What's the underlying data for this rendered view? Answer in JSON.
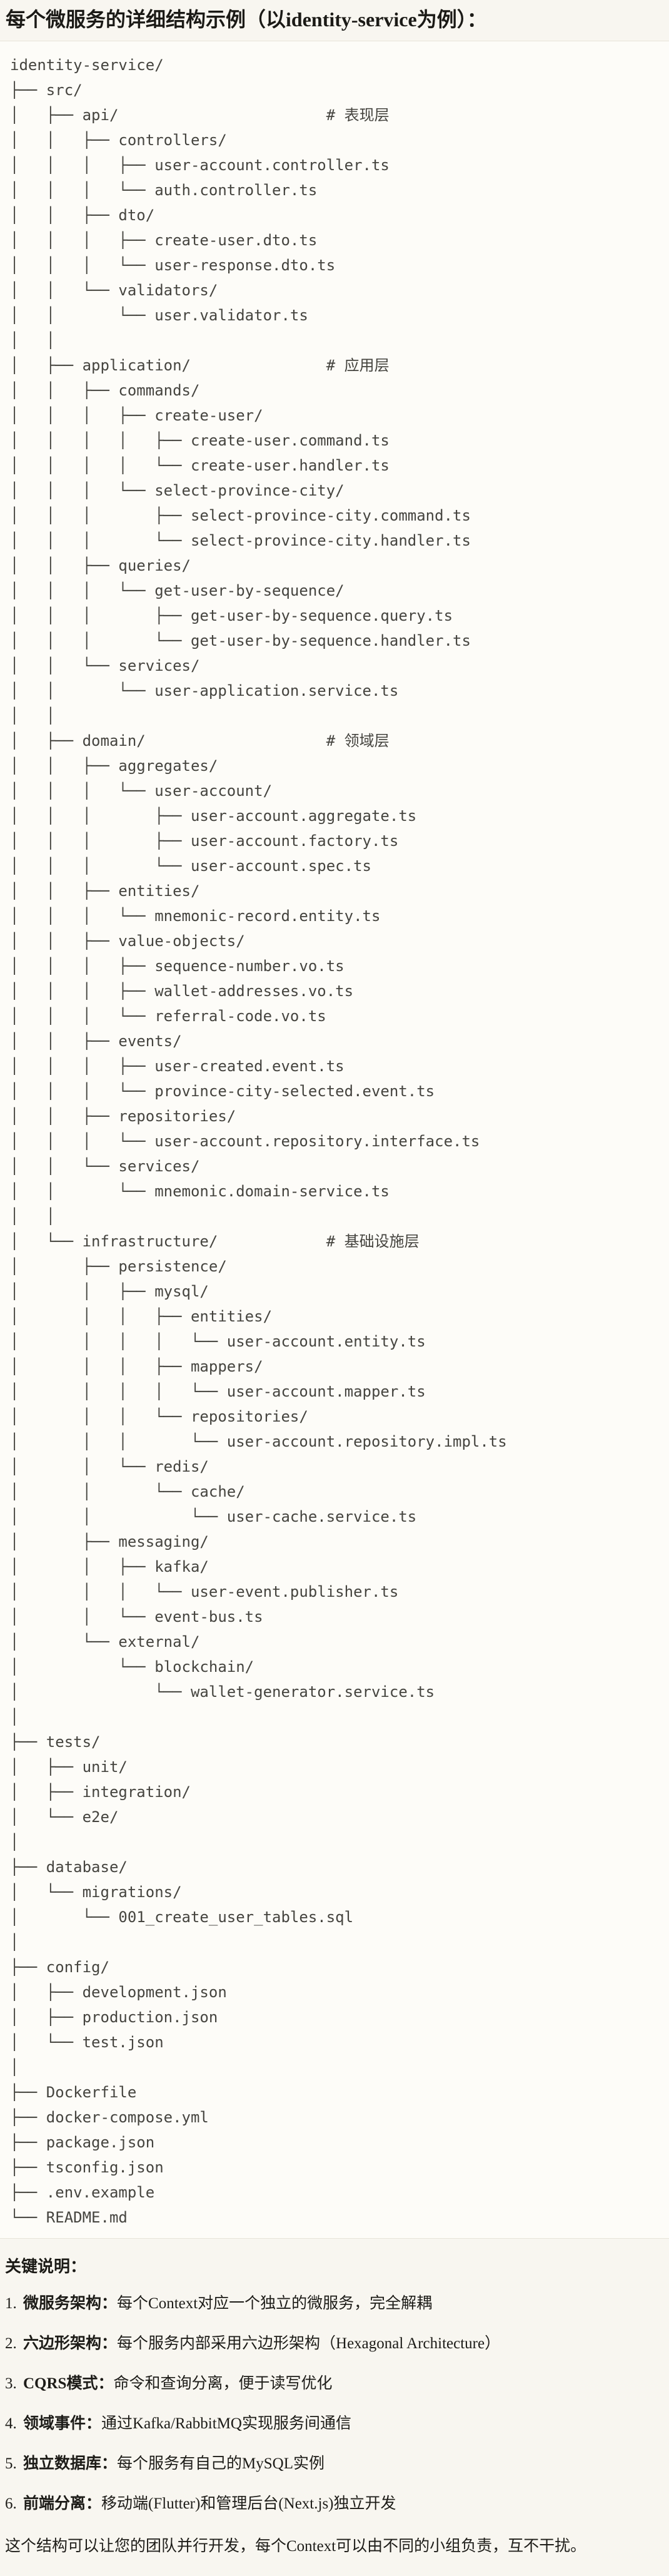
{
  "header": {
    "title": "每个微服务的详细结构示例（以identity-service为例）："
  },
  "tree": {
    "lines": [
      "identity-service/",
      "├── src/",
      "│   ├── api/                       # 表现层",
      "│   │   ├── controllers/",
      "│   │   │   ├── user-account.controller.ts",
      "│   │   │   └── auth.controller.ts",
      "│   │   ├── dto/",
      "│   │   │   ├── create-user.dto.ts",
      "│   │   │   └── user-response.dto.ts",
      "│   │   └── validators/",
      "│   │       └── user.validator.ts",
      "│   │",
      "│   ├── application/               # 应用层",
      "│   │   ├── commands/",
      "│   │   │   ├── create-user/",
      "│   │   │   │   ├── create-user.command.ts",
      "│   │   │   │   └── create-user.handler.ts",
      "│   │   │   └── select-province-city/",
      "│   │   │       ├── select-province-city.command.ts",
      "│   │   │       └── select-province-city.handler.ts",
      "│   │   ├── queries/",
      "│   │   │   └── get-user-by-sequence/",
      "│   │   │       ├── get-user-by-sequence.query.ts",
      "│   │   │       └── get-user-by-sequence.handler.ts",
      "│   │   └── services/",
      "│   │       └── user-application.service.ts",
      "│   │",
      "│   ├── domain/                    # 领域层",
      "│   │   ├── aggregates/",
      "│   │   │   └── user-account/",
      "│   │   │       ├── user-account.aggregate.ts",
      "│   │   │       ├── user-account.factory.ts",
      "│   │   │       └── user-account.spec.ts",
      "│   │   ├── entities/",
      "│   │   │   └── mnemonic-record.entity.ts",
      "│   │   ├── value-objects/",
      "│   │   │   ├── sequence-number.vo.ts",
      "│   │   │   ├── wallet-addresses.vo.ts",
      "│   │   │   └── referral-code.vo.ts",
      "│   │   ├── events/",
      "│   │   │   ├── user-created.event.ts",
      "│   │   │   └── province-city-selected.event.ts",
      "│   │   ├── repositories/",
      "│   │   │   └── user-account.repository.interface.ts",
      "│   │   └── services/",
      "│   │       └── mnemonic.domain-service.ts",
      "│   │",
      "│   └── infrastructure/            # 基础设施层",
      "│       ├── persistence/",
      "│       │   ├── mysql/",
      "│       │   │   ├── entities/",
      "│       │   │   │   └── user-account.entity.ts",
      "│       │   │   ├── mappers/",
      "│       │   │   │   └── user-account.mapper.ts",
      "│       │   │   └── repositories/",
      "│       │   │       └── user-account.repository.impl.ts",
      "│       │   └── redis/",
      "│       │       └── cache/",
      "│       │           └── user-cache.service.ts",
      "│       ├── messaging/",
      "│       │   ├── kafka/",
      "│       │   │   └── user-event.publisher.ts",
      "│       │   └── event-bus.ts",
      "│       └── external/",
      "│           └── blockchain/",
      "│               └── wallet-generator.service.ts",
      "│",
      "├── tests/",
      "│   ├── unit/",
      "│   ├── integration/",
      "│   └── e2e/",
      "│",
      "├── database/",
      "│   └── migrations/",
      "│       └── 001_create_user_tables.sql",
      "│",
      "├── config/",
      "│   ├── development.json",
      "│   ├── production.json",
      "│   └── test.json",
      "│",
      "├── Dockerfile",
      "├── docker-compose.yml",
      "├── package.json",
      "├── tsconfig.json",
      "├── .env.example",
      "└── README.md"
    ]
  },
  "notes": {
    "heading": "关键说明：",
    "items": [
      {
        "num": "1.",
        "term": "微服务架构：",
        "desc": "每个Context对应一个独立的微服务，完全解耦"
      },
      {
        "num": "2.",
        "term": "六边形架构：",
        "desc": "每个服务内部采用六边形架构（Hexagonal Architecture）"
      },
      {
        "num": "3.",
        "term": "CQRS模式：",
        "desc": "命令和查询分离，便于读写优化"
      },
      {
        "num": "4.",
        "term": "领域事件：",
        "desc": "通过Kafka/RabbitMQ实现服务间通信"
      },
      {
        "num": "5.",
        "term": "独立数据库：",
        "desc": "每个服务有自己的MySQL实例"
      },
      {
        "num": "6.",
        "term": "前端分离：",
        "desc": "移动端(Flutter)和管理后台(Next.js)独立开发"
      }
    ],
    "closing": "这个结构可以让您的团队并行开发，每个Context可以由不同的小组负责，互不干扰。"
  },
  "colors": {
    "page_background": "#F8F6F0",
    "code_background": "#FDFCF8",
    "code_border": "#E7E4D9",
    "code_text": "#45443F",
    "body_text": "#1D1C18"
  }
}
